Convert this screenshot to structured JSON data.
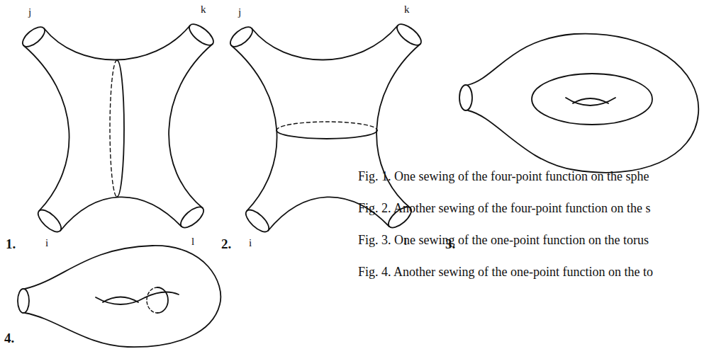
{
  "diagram": {
    "labels": [
      "j",
      "k",
      "j",
      "k",
      "1.",
      "i",
      "l",
      "2.",
      "i",
      "l",
      "3.",
      "Fig. 1. One sewing of the four-point function on the sphe",
      "Fig. 2. Another sewing of the four-point function on the s",
      "Fig. 3. One sewing of the one-point function on the torus",
      "Fig. 4. Another sewing of the one-point function on the to",
      "4."
    ]
  }
}
